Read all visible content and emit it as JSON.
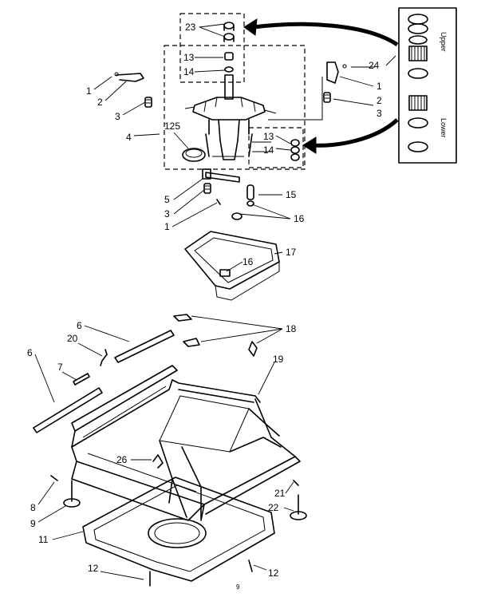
{
  "callouts": {
    "c23": "23",
    "c13a": "13",
    "c14a": "14",
    "c1a": "1",
    "c2a": "2",
    "c3a": "3",
    "c4": "4",
    "c125": "125",
    "c13b": "13",
    "c14b": "14",
    "c24": "24",
    "c1b": "1",
    "c2b": "2",
    "c3b": "3",
    "c5": "5",
    "c3c": "3",
    "c1c": "1",
    "c15": "15",
    "c16a": "16",
    "c16b": "16",
    "c17": "17",
    "c6a": "6",
    "c20": "20",
    "c7": "7",
    "c6b": "6",
    "c18": "18",
    "c19": "19",
    "c26": "26",
    "c8": "8",
    "c9": "9",
    "c11": "11",
    "c21": "21",
    "c22": "22",
    "c12a": "12",
    "c12b": "12"
  },
  "bearing_inset": {
    "upper_label": "Upper",
    "lower_label": "Lower"
  },
  "page_mark": "9"
}
